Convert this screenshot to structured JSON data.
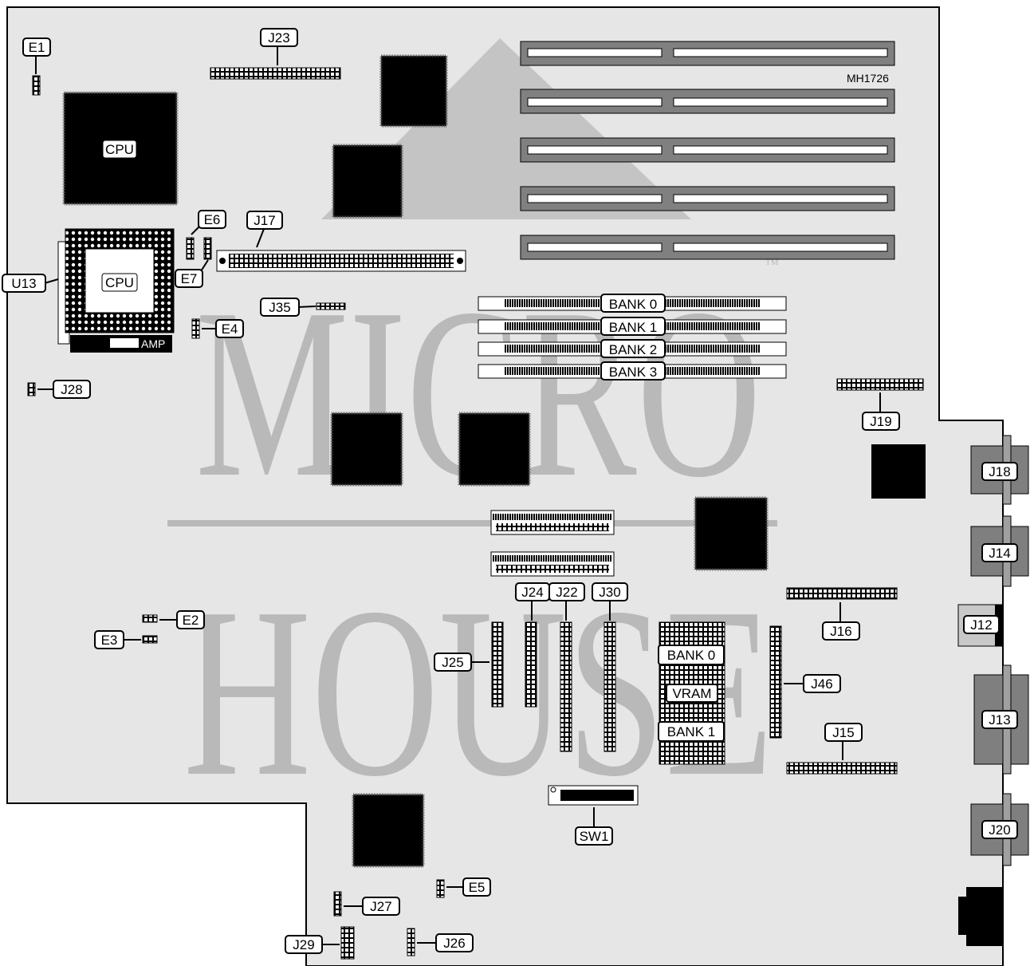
{
  "watermark": {
    "line1": "MICRO",
    "line2": "HOUSE",
    "tm": "TM"
  },
  "figure_id": "MH1726",
  "chips": {
    "cpu_top": "CPU",
    "cpu_socket": "CPU",
    "amp": "AMP"
  },
  "labels": {
    "E1": "E1",
    "E2": "E2",
    "E3": "E3",
    "E4": "E4",
    "E5": "E5",
    "E6": "E6",
    "E7": "E7",
    "J12": "J12",
    "J13": "J13",
    "J14": "J14",
    "J15": "J15",
    "J16": "J16",
    "J17": "J17",
    "J18": "J18",
    "J19": "J19",
    "J20": "J20",
    "J22": "J22",
    "J23": "J23",
    "J24": "J24",
    "J25": "J25",
    "J26": "J26",
    "J27": "J27",
    "J28": "J28",
    "J29": "J29",
    "J30": "J30",
    "J35": "J35",
    "J46": "J46",
    "SW1": "SW1",
    "U13": "U13"
  },
  "simm_banks": [
    "BANK 0",
    "BANK 1",
    "BANK 2",
    "BANK 3"
  ],
  "vram": {
    "bank0": "BANK 0",
    "vram": "VRAM",
    "bank1": "BANK 1"
  },
  "colors": {
    "board": "#e6e6e6",
    "slot": "#808080",
    "chip": "#000000",
    "watermark": "#b9b9b9",
    "connector": "#7f7f7f"
  }
}
